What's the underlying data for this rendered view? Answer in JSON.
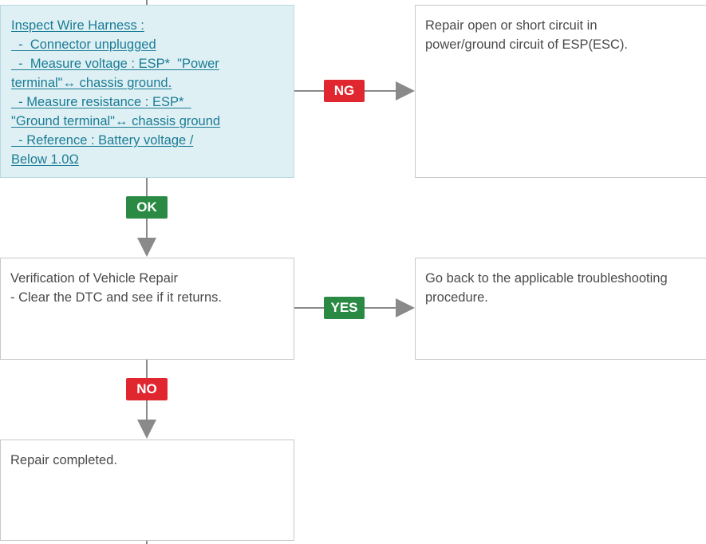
{
  "colors": {
    "connector": "#8a8a8a",
    "badge_negative": "#e0262f",
    "badge_positive": "#2a8a44",
    "highlight_fill": "#dff0f4",
    "link_text": "#1a7c95"
  },
  "boxes": {
    "inspect_harness": {
      "lines": [
        "Inspect Wire Harness :",
        "  -  Connector unplugged",
        "  -  Measure voltage : ESP*  \"Power",
        "terminal\"↔ chassis ground.",
        "  - Measure resistance : ESP*  ",
        "\"Ground terminal\"↔ chassis ground",
        "  - Reference : Battery voltage /",
        "Below 1.0Ω"
      ]
    },
    "repair_circuit": {
      "lines": [
        "Repair open or short circuit in",
        "power/ground circuit of ESP(ESC)."
      ]
    },
    "verify_repair": {
      "lines": [
        "Verification of Vehicle Repair",
        "- Clear the DTC and see if it returns."
      ]
    },
    "go_back": {
      "lines": [
        "Go back to the applicable troubleshooting",
        "procedure."
      ]
    },
    "repair_completed": {
      "lines": [
        "Repair completed."
      ]
    }
  },
  "badges": {
    "ng": "NG",
    "ok": "OK",
    "yes": "YES",
    "no": "NO"
  }
}
